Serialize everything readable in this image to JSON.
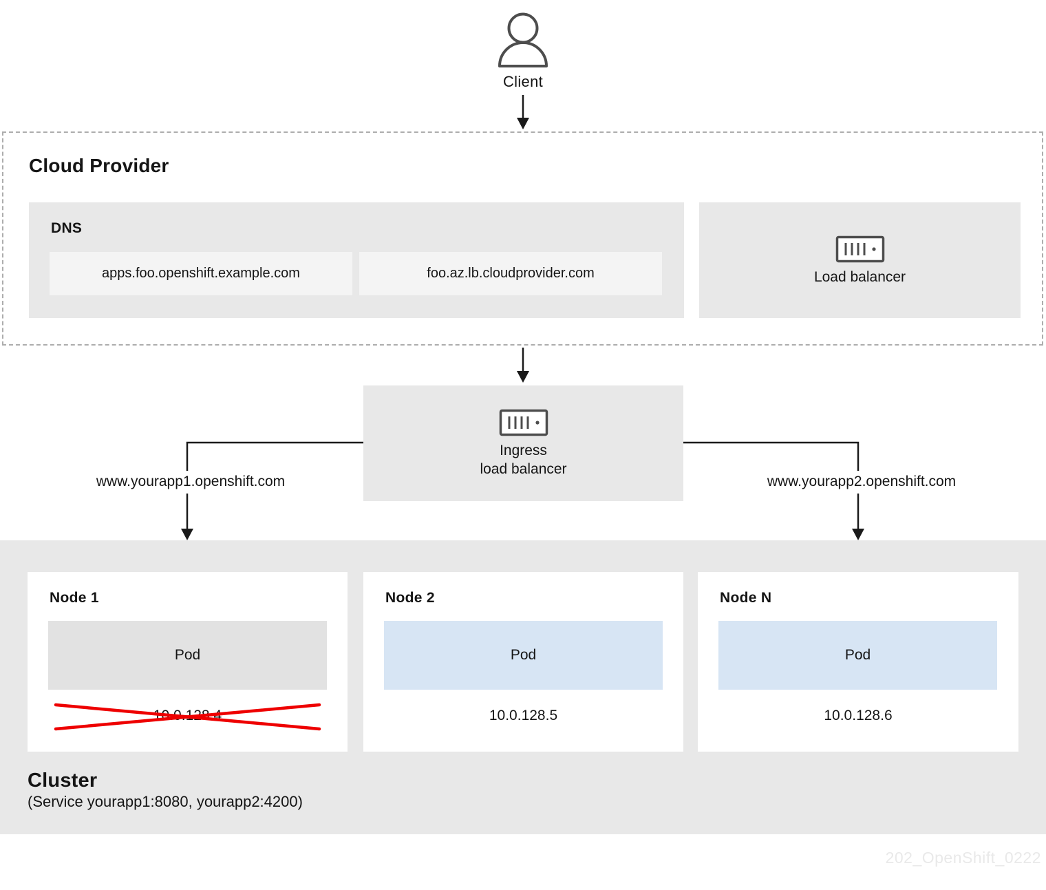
{
  "client": {
    "label": "Client"
  },
  "cloud_provider": {
    "title": "Cloud Provider",
    "dns": {
      "title": "DNS",
      "entries": [
        "apps.foo.openshift.example.com",
        "foo.az.lb.cloudprovider.com"
      ]
    },
    "load_balancer": {
      "label": "Load balancer"
    }
  },
  "ingress": {
    "label_line1": "Ingress",
    "label_line2": "load balancer"
  },
  "routes": {
    "left": "www.yourapp1.openshift.com",
    "right": "www.yourapp2.openshift.com"
  },
  "cluster": {
    "title": "Cluster",
    "subtitle": "(Service yourapp1:8080, yourapp2:4200)",
    "nodes": [
      {
        "name": "Node 1",
        "pod": "Pod",
        "ip": "10.0.128.4",
        "failed": true
      },
      {
        "name": "Node 2",
        "pod": "Pod",
        "ip": "10.0.128.5",
        "failed": false
      },
      {
        "name": "Node N",
        "pod": "Pod",
        "ip": "10.0.128.6",
        "failed": false
      }
    ]
  },
  "watermark": "202_OpenShift_0222",
  "colors": {
    "grayFill": "#e8e8e8",
    "lightFill": "#f4f4f4",
    "podBlue": "#d7e5f4",
    "podGray": "#e2e2e2",
    "failRed": "#ee0000",
    "ink": "#151515",
    "iconStroke": "#4d4d4d",
    "dash": "#adadad",
    "watermark": "#e9e9e9"
  }
}
